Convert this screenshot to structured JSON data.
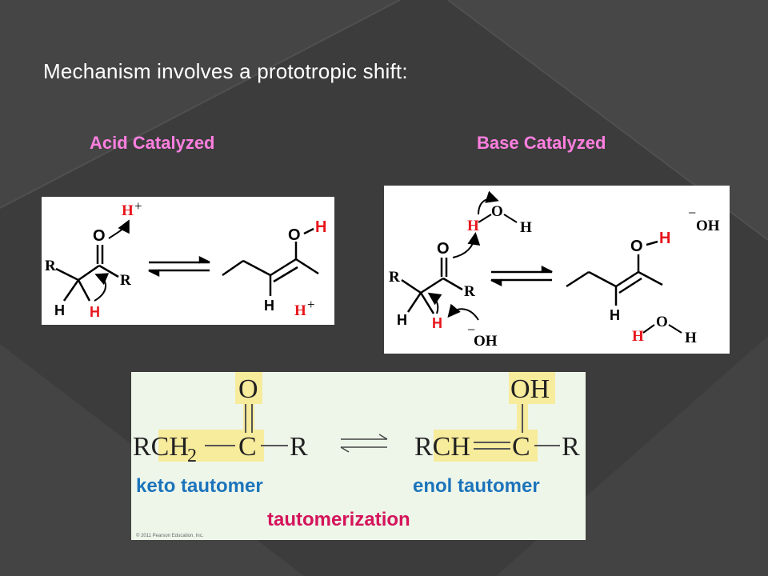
{
  "slide": {
    "title": "Mechanism involves a prototropic shift:"
  },
  "sections": {
    "acid_label": "Acid Catalyzed",
    "base_label": "Base Catalyzed"
  },
  "acid": {
    "hplus": "H",
    "plus": "+",
    "o": "O",
    "r1": "R",
    "r2": "R",
    "h_black": "H",
    "h_red": "H",
    "enol_o": "O",
    "enol_h": "H",
    "enol_h_bottom": "H",
    "hplus2": "H",
    "plus2": "+"
  },
  "base": {
    "water_h_red": "H",
    "water_o": "O",
    "water_h": "H",
    "o": "O",
    "r1": "R",
    "r2": "R",
    "h_black": "H",
    "h_red": "H",
    "minus": "−",
    "oh": "OH",
    "enol_o": "O",
    "enol_h": "H",
    "minus2": "−",
    "oh2": "OH",
    "enol_h_bottom": "H",
    "water2_h_red": "H",
    "water2_o": "O",
    "water2_h": "H"
  },
  "tautomer": {
    "keto_o": "O",
    "keto_r1": "RCH",
    "keto_sub": "2",
    "keto_c": "C",
    "keto_r2": "R",
    "enol_oh": "OH",
    "enol_r1": "RCH",
    "enol_c": "C",
    "enol_r2": "R",
    "keto_label": "keto tautomer",
    "enol_label": "enol tautomer",
    "process_label": "tautomerization",
    "copyright": "© 2011 Pearson Education, Inc."
  },
  "colors": {
    "background": "#3c3c3c",
    "section_label": "#ff7fe0",
    "red_atom": "#e8141b",
    "blue_label": "#1c74bb",
    "magenta_label": "#d4145a",
    "highlight": "#f7eb9c"
  }
}
